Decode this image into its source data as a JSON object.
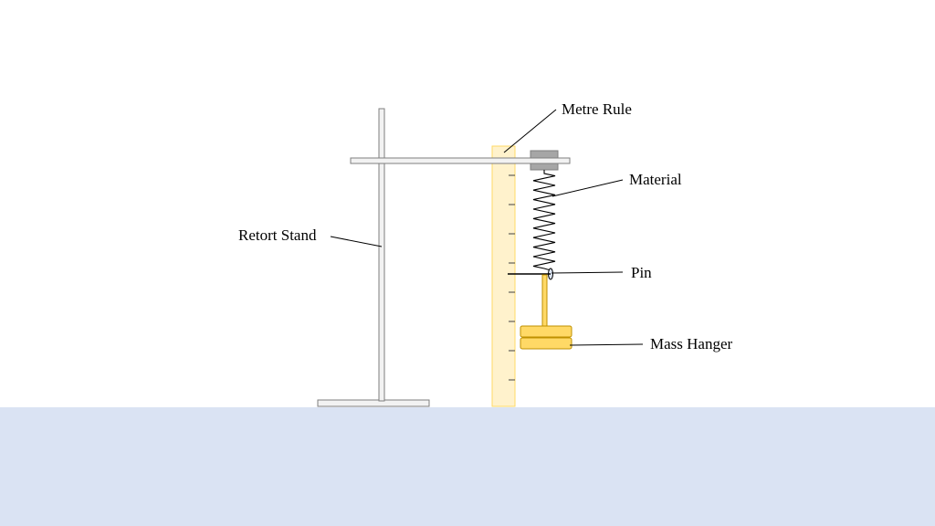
{
  "labels": {
    "metre_rule": "Metre Rule",
    "material": "Material",
    "retort_stand": "Retort Stand",
    "pin": "Pin",
    "mass_hanger": "Mass Hanger"
  },
  "colors": {
    "background": "#ffffff",
    "bench": "#dae3f3",
    "stand_fill": "#f2f2f2",
    "stand_stroke": "#7f7f7f",
    "ruler_fill": "#fff2cc",
    "ruler_stroke": "#ffd966",
    "clamp": "#a6a6a6",
    "hanger_fill": "#ffd966",
    "hanger_stroke": "#bf9000",
    "line": "#000000"
  }
}
